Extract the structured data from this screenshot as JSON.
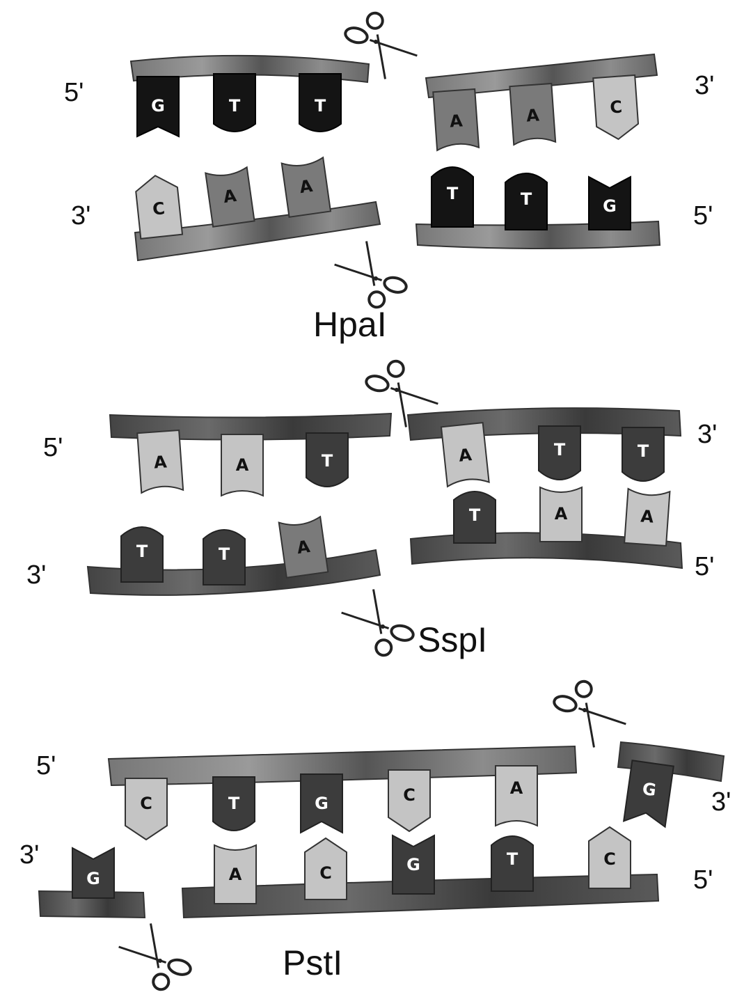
{
  "colors": {
    "black": "#141414",
    "dark": "#3c3c3c",
    "mid": "#7a7a7a",
    "light": "#c4c4c4",
    "backbone_dark": "#4a4a4a",
    "backbone_mid": "#8a8a8a",
    "text_on_dark": "#ffffff",
    "text_on_light": "#111111"
  },
  "panels": [
    {
      "enzyme": "HpaI",
      "top_strand": {
        "left_label": "5'",
        "right_label": "3'",
        "left_bases": [
          "G",
          "T",
          "T"
        ],
        "right_bases": [
          "A",
          "A",
          "C"
        ]
      },
      "bottom_strand": {
        "left_label": "3'",
        "right_label": "5'",
        "left_bases": [
          "C",
          "A",
          "A"
        ],
        "right_bases": [
          "T",
          "T",
          "G"
        ]
      }
    },
    {
      "enzyme": "SspI",
      "top_strand": {
        "left_label": "5'",
        "right_label": "3'",
        "left_bases": [
          "A",
          "A",
          "T"
        ],
        "right_bases": [
          "A",
          "T",
          "T"
        ]
      },
      "bottom_strand": {
        "left_label": "3'",
        "right_label": "5'",
        "left_bases": [
          "T",
          "T",
          "A"
        ],
        "right_bases": [
          "T",
          "A",
          "A"
        ]
      }
    },
    {
      "enzyme": "PstI",
      "top_strand": {
        "left_label": "5'",
        "right_label": "3'",
        "left_bases": [
          "C",
          "T",
          "G",
          "C",
          "A"
        ],
        "right_bases": [
          "G"
        ]
      },
      "bottom_strand": {
        "left_label": "3'",
        "right_label": "5'",
        "left_bases": [
          "G"
        ],
        "right_bases": [
          "A",
          "C",
          "G",
          "T",
          "C"
        ]
      }
    }
  ]
}
